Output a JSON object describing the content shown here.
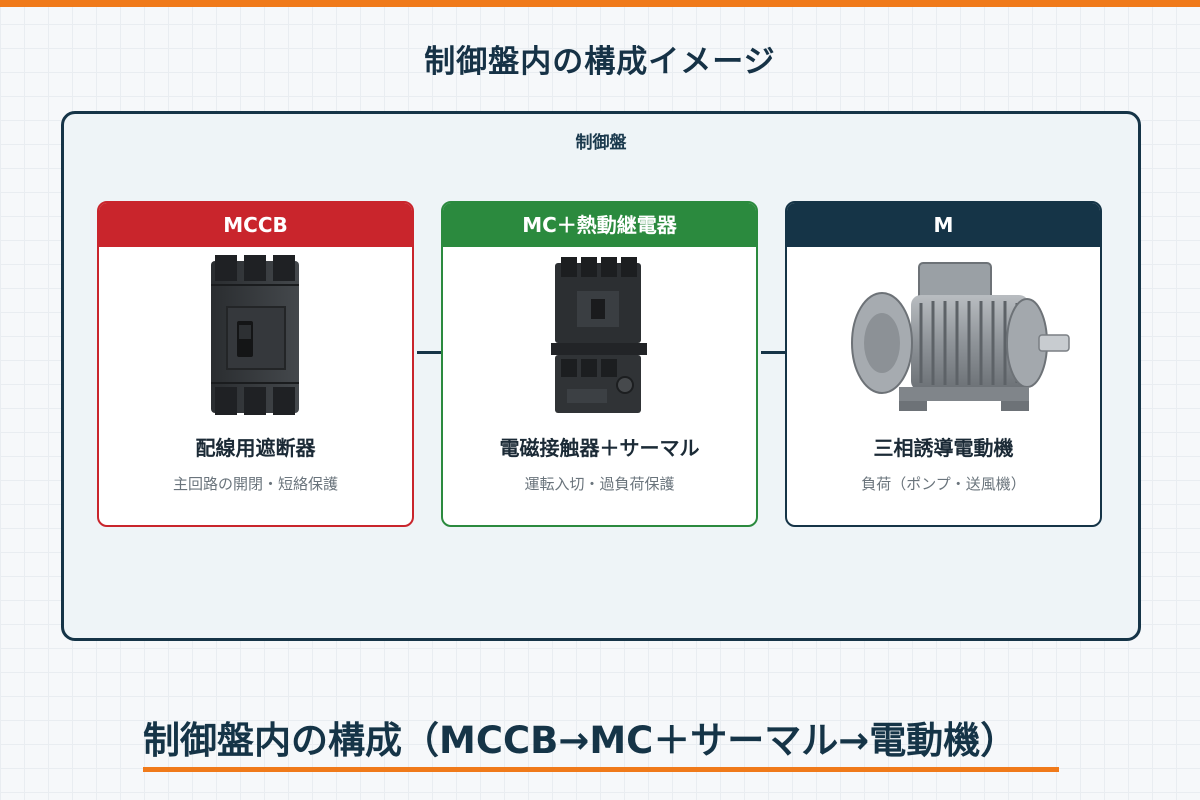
{
  "page": {
    "title": "制御盤内の構成イメージ",
    "bottom_title": "制御盤内の構成（MCCB→MC＋サーマル→電動機）"
  },
  "panel": {
    "label": "制御盤"
  },
  "cards": [
    {
      "header": "MCCB",
      "name": "配線用遮断器",
      "desc": "主回路の開閉・短絡保護",
      "accent": "#c9252c",
      "icon": "circuit-breaker-icon"
    },
    {
      "header": "MC＋熱動継電器",
      "name": "電磁接触器＋サーマル",
      "desc": "運転入切・過負荷保護",
      "accent": "#2b8a3e",
      "icon": "contactor-relay-icon"
    },
    {
      "header": "M",
      "name": "三相誘導電動機",
      "desc": "負荷（ポンプ・送風機）",
      "accent": "#153447",
      "icon": "motor-icon"
    }
  ],
  "colors": {
    "accent_orange": "#f07a1a",
    "navy": "#153447"
  }
}
